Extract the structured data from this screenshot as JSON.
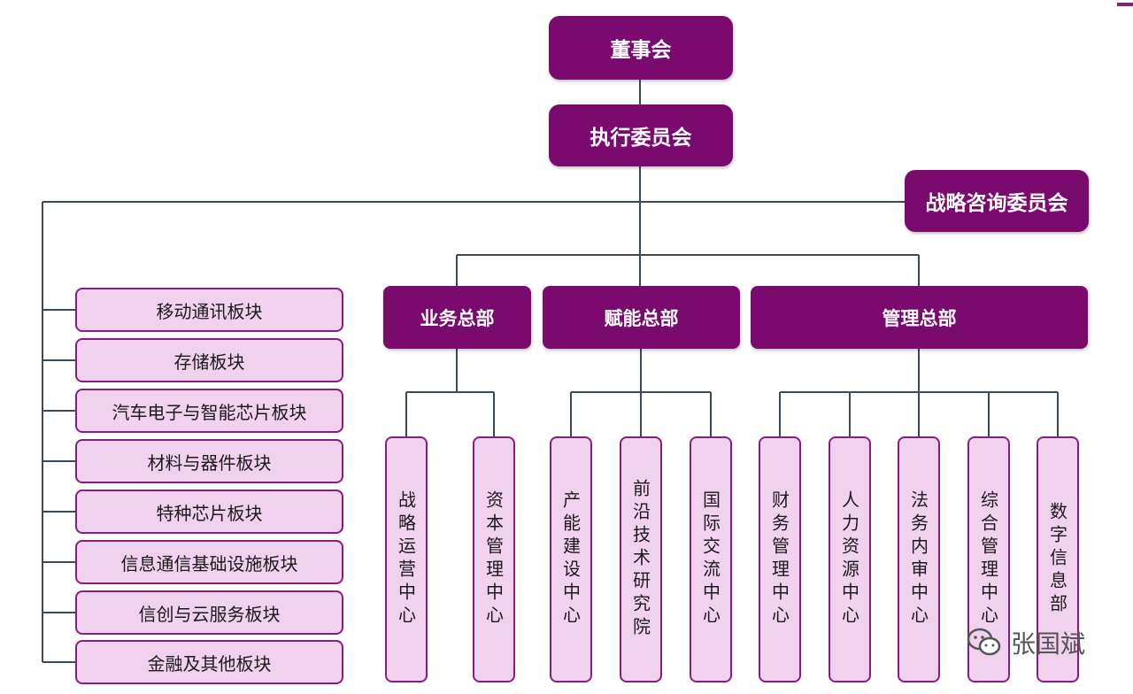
{
  "top": {
    "board": "董事会",
    "executive": "执行委员会",
    "strategy": "战略咨询委员会"
  },
  "headquarters": [
    "业务总部",
    "赋能总部",
    "管理总部"
  ],
  "business_centers": [
    "战略运营中心",
    "资本管理中心"
  ],
  "enabling_centers": [
    "产能建设中心",
    "前沿技术研究院",
    "国际交流中心"
  ],
  "management_centers": [
    "财务管理中心",
    "人力资源中心",
    "法务内审中心",
    "综合管理中心",
    "数字信息部"
  ],
  "segments": [
    "移动通讯板块",
    "存储板块",
    "汽车电子与智能芯片板块",
    "材料与器件板块",
    "特种芯片板块",
    "信息通信基础设施板块",
    "信创与云服务板块",
    "金融及其他板块"
  ],
  "watermark": {
    "text": "张国斌",
    "icon": "wechat-icon"
  },
  "colors": {
    "dark_box": "#7b0a6f",
    "light_box": "#f0d2ef",
    "border": "#8a1b80",
    "line": "#3b4a5a"
  }
}
